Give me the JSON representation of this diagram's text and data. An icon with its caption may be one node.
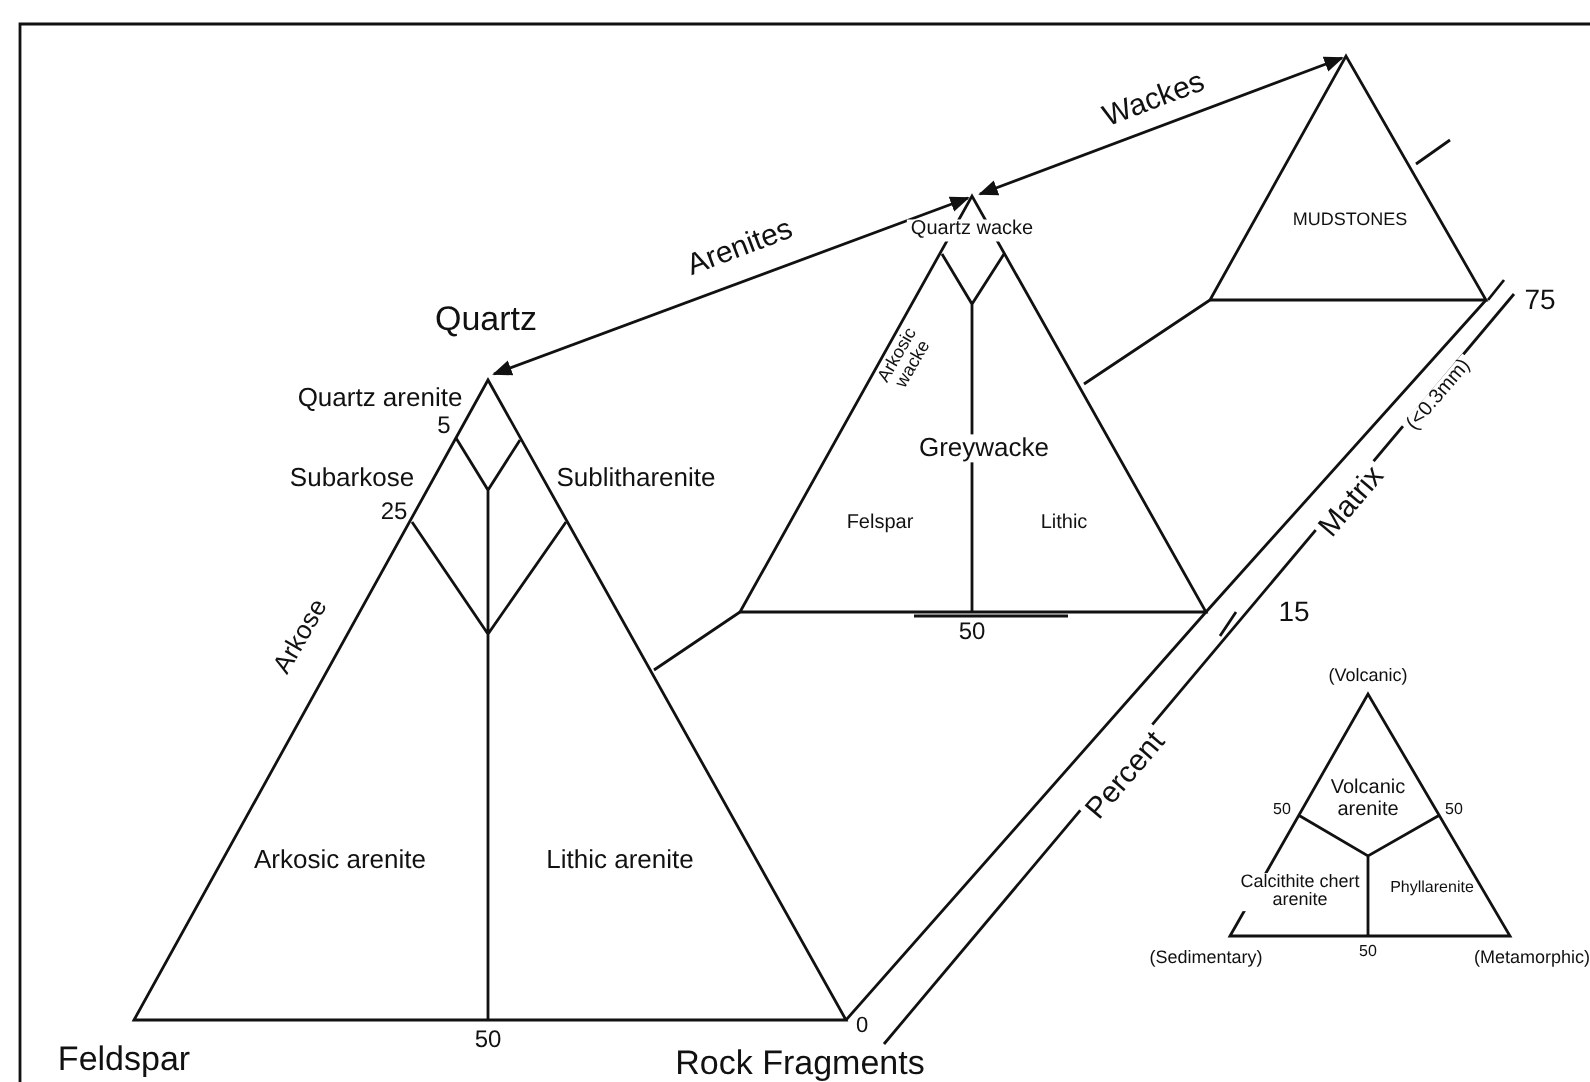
{
  "diagram": {
    "labels": [
      "Wackes",
      "MUDSTONES",
      "Arenites",
      "Quartz wacke",
      "Quartz",
      "75",
      "Quartz arenite",
      "5",
      "Arkosic wacke",
      "Subarkose",
      "Sublitharenite",
      "Greywacke",
      "25",
      "Felspar",
      "Lithic",
      "Matrix",
      "(<0.3mm)",
      "50",
      "15",
      "Arkose",
      "(Volcanic)",
      "Percent",
      "Volcanic arenite",
      "50",
      "50",
      "Arkosic arenite",
      "Lithic arenite",
      "Calcithite chert arenite",
      "Phyllarenite",
      "(Sedimentary)",
      "50",
      "(Metamorphic)",
      "0",
      "50",
      "Feldspar",
      "Rock Fragments"
    ]
  }
}
